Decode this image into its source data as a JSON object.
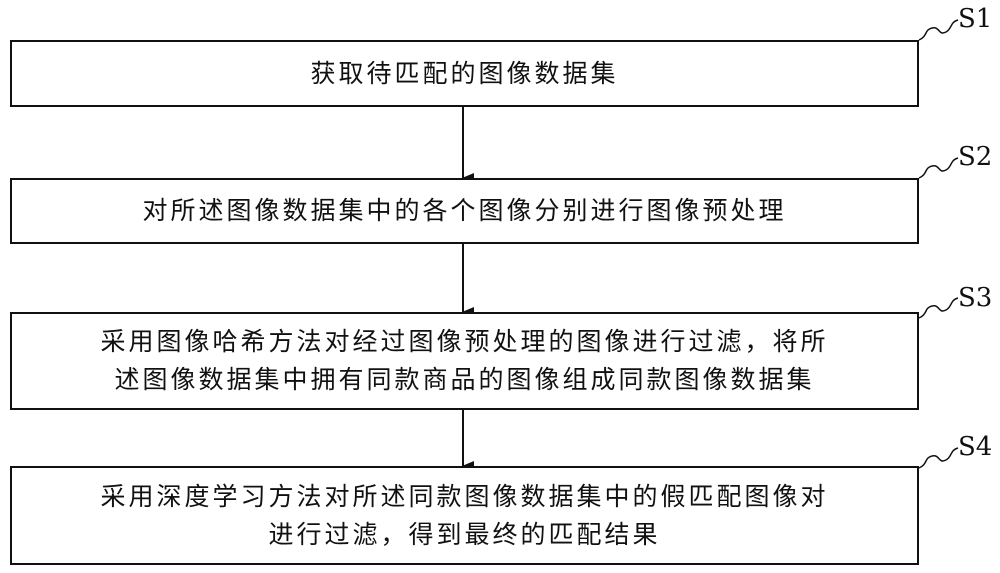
{
  "steps": [
    {
      "label": "S1",
      "lines": [
        "获取待匹配的图像数据集"
      ]
    },
    {
      "label": "S2",
      "lines": [
        "对所述图像数据集中的各个图像分别进行图像预处理"
      ]
    },
    {
      "label": "S3",
      "lines": [
        "采用图像哈希方法对经过图像预处理的图像进行过滤，将所",
        "述图像数据集中拥有同款商品的图像组成同款图像数据集"
      ]
    },
    {
      "label": "S4",
      "lines": [
        "采用深度学习方法对所述同款图像数据集中的假匹配图像对",
        "进行过滤，得到最终的匹配结果"
      ]
    }
  ]
}
